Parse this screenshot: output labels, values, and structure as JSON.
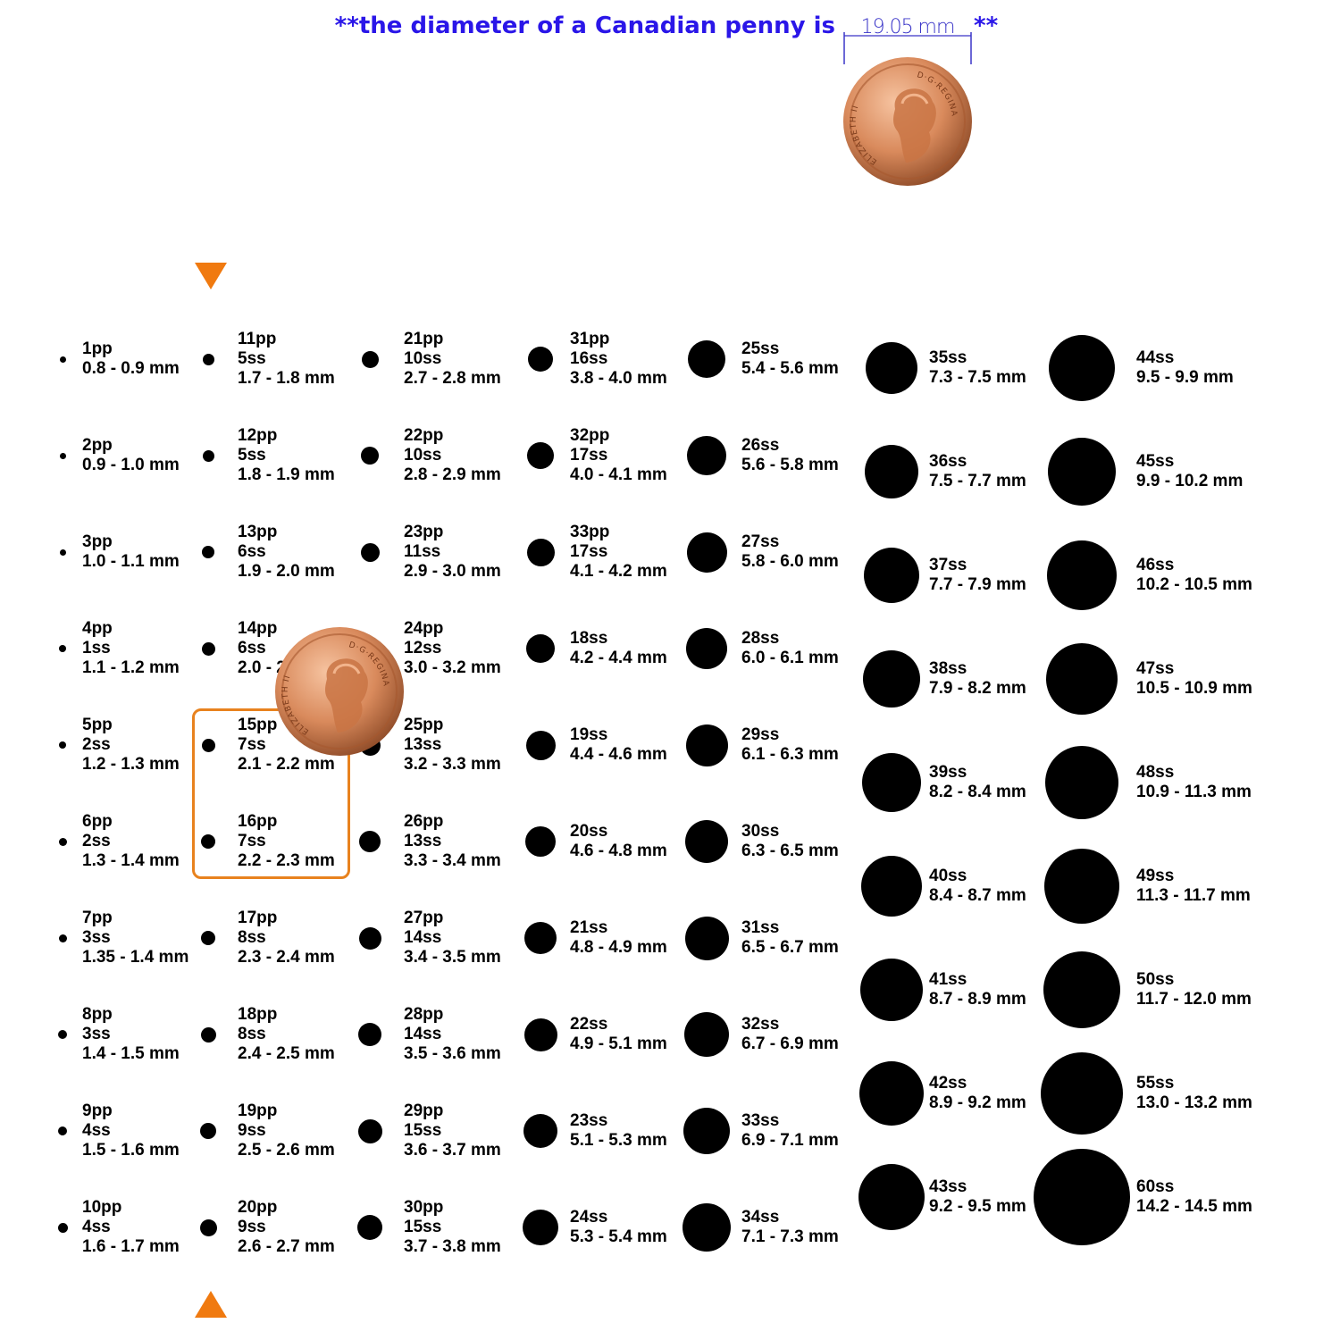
{
  "header": {
    "text": "**the diameter of a Canadian penny is",
    "measurement": "19.05 mm",
    "suffix": "**"
  },
  "coin": {
    "inscription_left": "ELIZABETH II",
    "inscription_right": "D·G·REGINA"
  },
  "colors": {
    "header_text": "#2a16e8",
    "accent": "#e8821e",
    "dot": "#000000",
    "coin_copper": "#d98a5c"
  },
  "columns": [
    [
      {
        "lines": [
          "1pp",
          "0.8 - 0.9 mm"
        ]
      },
      {
        "lines": [
          "2pp",
          "0.9 - 1.0 mm"
        ]
      },
      {
        "lines": [
          "3pp",
          "1.0 - 1.1 mm"
        ]
      },
      {
        "lines": [
          "4pp",
          "1ss",
          "1.1 - 1.2 mm"
        ]
      },
      {
        "lines": [
          "5pp",
          "2ss",
          "1.2 - 1.3 mm"
        ]
      },
      {
        "lines": [
          "6pp",
          "2ss",
          "1.3 - 1.4 mm"
        ]
      },
      {
        "lines": [
          "7pp",
          "3ss",
          "1.35 - 1.4 mm"
        ]
      },
      {
        "lines": [
          "8pp",
          "3ss",
          "1.4 - 1.5 mm"
        ]
      },
      {
        "lines": [
          "9pp",
          "4ss",
          "1.5 - 1.6 mm"
        ]
      },
      {
        "lines": [
          "10pp",
          "4ss",
          "1.6 - 1.7 mm"
        ]
      }
    ],
    [
      {
        "lines": [
          "11pp",
          "5ss",
          "1.7 - 1.8 mm"
        ]
      },
      {
        "lines": [
          "12pp",
          "5ss",
          "1.8 - 1.9 mm"
        ]
      },
      {
        "lines": [
          "13pp",
          "6ss",
          "1.9 - 2.0 mm"
        ]
      },
      {
        "lines": [
          "14pp",
          "6ss",
          "2.0 - 2.1 mm"
        ]
      },
      {
        "lines": [
          "15pp",
          "7ss",
          "2.1 - 2.2 mm"
        ]
      },
      {
        "lines": [
          "16pp",
          "7ss",
          "2.2 - 2.3 mm"
        ]
      },
      {
        "lines": [
          "17pp",
          "8ss",
          "2.3 - 2.4 mm"
        ]
      },
      {
        "lines": [
          "18pp",
          "8ss",
          "2.4 - 2.5 mm"
        ]
      },
      {
        "lines": [
          "19pp",
          "9ss",
          "2.5 - 2.6 mm"
        ]
      },
      {
        "lines": [
          "20pp",
          "9ss",
          "2.6 - 2.7 mm"
        ]
      }
    ],
    [
      {
        "lines": [
          "21pp",
          "10ss",
          "2.7 - 2.8 mm"
        ]
      },
      {
        "lines": [
          "22pp",
          "10ss",
          "2.8 - 2.9 mm"
        ]
      },
      {
        "lines": [
          "23pp",
          "11ss",
          "2.9 - 3.0 mm"
        ]
      },
      {
        "lines": [
          "24pp",
          "12ss",
          "3.0 - 3.2 mm"
        ]
      },
      {
        "lines": [
          "25pp",
          "13ss",
          "3.2 - 3.3 mm"
        ]
      },
      {
        "lines": [
          "26pp",
          "13ss",
          "3.3 - 3.4 mm"
        ]
      },
      {
        "lines": [
          "27pp",
          "14ss",
          "3.4 - 3.5 mm"
        ]
      },
      {
        "lines": [
          "28pp",
          "14ss",
          "3.5 - 3.6 mm"
        ]
      },
      {
        "lines": [
          "29pp",
          "15ss",
          "3.6 - 3.7 mm"
        ]
      },
      {
        "lines": [
          "30pp",
          "15ss",
          "3.7 - 3.8 mm"
        ]
      }
    ],
    [
      {
        "lines": [
          "31pp",
          "16ss",
          "3.8 - 4.0 mm"
        ]
      },
      {
        "lines": [
          "32pp",
          "17ss",
          "4.0 - 4.1 mm"
        ]
      },
      {
        "lines": [
          "33pp",
          "17ss",
          "4.1 - 4.2 mm"
        ]
      },
      {
        "lines": [
          "18ss",
          "4.2 - 4.4 mm"
        ]
      },
      {
        "lines": [
          "19ss",
          "4.4 - 4.6 mm"
        ]
      },
      {
        "lines": [
          "20ss",
          "4.6 - 4.8 mm"
        ]
      },
      {
        "lines": [
          "21ss",
          "4.8 - 4.9 mm"
        ]
      },
      {
        "lines": [
          "22ss",
          "4.9 - 5.1 mm"
        ]
      },
      {
        "lines": [
          "23ss",
          "5.1 - 5.3 mm"
        ]
      },
      {
        "lines": [
          "24ss",
          "5.3 - 5.4 mm"
        ]
      }
    ],
    [
      {
        "lines": [
          "25ss",
          "5.4 - 5.6 mm"
        ]
      },
      {
        "lines": [
          "26ss",
          "5.6 - 5.8 mm"
        ]
      },
      {
        "lines": [
          "27ss",
          "5.8 - 6.0 mm"
        ]
      },
      {
        "lines": [
          "28ss",
          "6.0 - 6.1 mm"
        ]
      },
      {
        "lines": [
          "29ss",
          "6.1 - 6.3 mm"
        ]
      },
      {
        "lines": [
          "30ss",
          "6.3 - 6.5 mm"
        ]
      },
      {
        "lines": [
          "31ss",
          "6.5 - 6.7 mm"
        ]
      },
      {
        "lines": [
          "32ss",
          "6.7 - 6.9 mm"
        ]
      },
      {
        "lines": [
          "33ss",
          "6.9 - 7.1 mm"
        ]
      },
      {
        "lines": [
          "34ss",
          "7.1 - 7.3 mm"
        ]
      }
    ],
    [
      {
        "lines": [
          "35ss",
          "7.3 - 7.5 mm"
        ]
      },
      {
        "lines": [
          "36ss",
          "7.5 - 7.7 mm"
        ]
      },
      {
        "lines": [
          "37ss",
          "7.7 - 7.9 mm"
        ]
      },
      {
        "lines": [
          "38ss",
          "7.9 - 8.2 mm"
        ]
      },
      {
        "lines": [
          "39ss",
          "8.2 - 8.4 mm"
        ]
      },
      {
        "lines": [
          "40ss",
          "8.4 - 8.7 mm"
        ]
      },
      {
        "lines": [
          "41ss",
          "8.7 - 8.9 mm"
        ]
      },
      {
        "lines": [
          "42ss",
          "8.9 - 9.2 mm"
        ]
      },
      {
        "lines": [
          "43ss",
          "9.2 - 9.5 mm"
        ]
      }
    ],
    [
      {
        "lines": [
          "44ss",
          "9.5 - 9.9 mm"
        ]
      },
      {
        "lines": [
          "45ss",
          "9.9 - 10.2 mm"
        ]
      },
      {
        "lines": [
          "46ss",
          "10.2 - 10.5 mm"
        ]
      },
      {
        "lines": [
          "47ss",
          "10.5 - 10.9 mm"
        ]
      },
      {
        "lines": [
          "48ss",
          "10.9 - 11.3 mm"
        ]
      },
      {
        "lines": [
          "49ss",
          "11.3 - 11.7 mm"
        ]
      },
      {
        "lines": [
          "50ss",
          "11.7 - 12.0 mm"
        ]
      },
      {
        "lines": [
          "55ss",
          "13.0 - 13.2 mm"
        ]
      },
      {
        "lines": [
          "60ss",
          "14.2 - 14.5 mm"
        ]
      }
    ]
  ]
}
